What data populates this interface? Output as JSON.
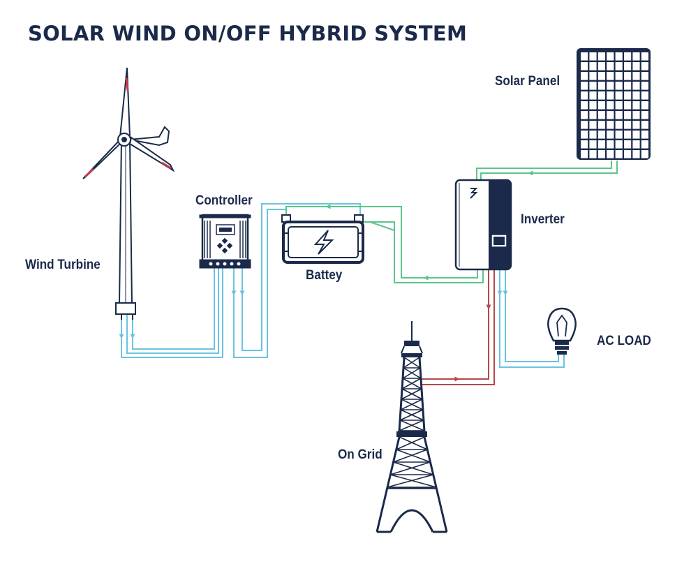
{
  "title": "SOLAR WIND ON/OFF HYBRID SYSTEM",
  "labels": {
    "solar_panel": "Solar Panel",
    "controller": "Controller",
    "inverter": "Inverter",
    "wind_turbine": "Wind Turbine",
    "battery": "Battey",
    "ac_load": "AC LOAD",
    "on_grid": "On Grid"
  },
  "colors": {
    "outline": "#1b2a4a",
    "dc_wire": "#6cc3e0",
    "ac_wire": "#5cc58a",
    "grid_wire": "#b7474a",
    "blade_tip": "#c83b4b"
  },
  "icons": [
    "wind-turbine-icon",
    "charge-controller-icon",
    "battery-icon",
    "inverter-icon",
    "solar-panel-icon",
    "light-bulb-icon",
    "power-tower-icon"
  ]
}
